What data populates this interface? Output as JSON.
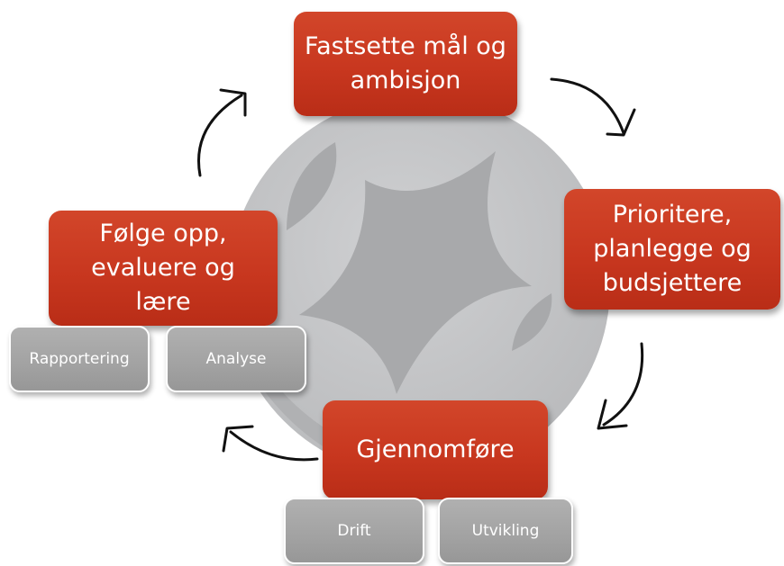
{
  "diagram": {
    "steps": [
      {
        "id": "set-goals",
        "label": "Fastsette mål og\nambisjon"
      },
      {
        "id": "prioritize",
        "label": "Prioritere,\nplanlegge og\nbudsjettere"
      },
      {
        "id": "execute",
        "label": "Gjennomføre"
      },
      {
        "id": "follow-up",
        "label": "Følge opp,\nevaluere og\nlære"
      }
    ],
    "sub_items": {
      "execute": [
        "Drift",
        "Utvikling"
      ],
      "follow_up": [
        "Rapportering",
        "Analyse"
      ]
    },
    "colors": {
      "step_fill": "#c8371f",
      "sub_fill": "#a3a3a3",
      "circle_fill": "#c7c8ca",
      "circle_shape": "#a9aaac",
      "arrow": "#000000"
    }
  }
}
